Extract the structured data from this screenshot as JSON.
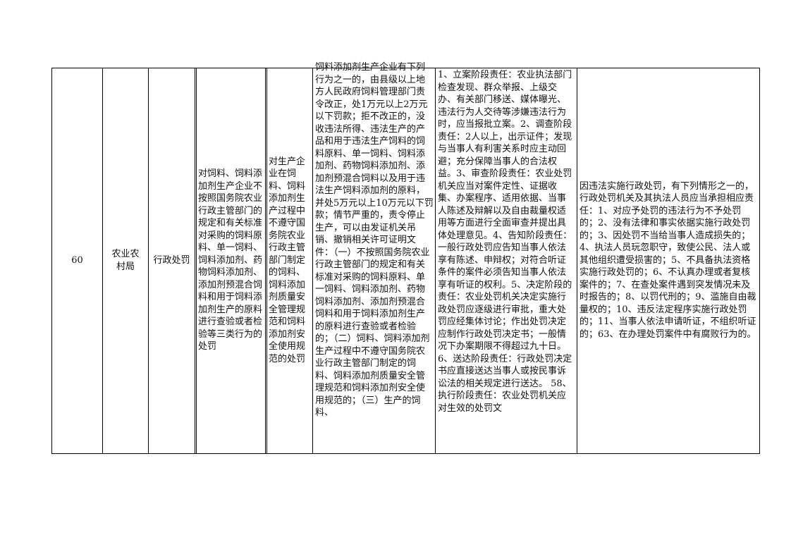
{
  "row": {
    "number": "60",
    "department": "农业农村局",
    "category": "行政处罚",
    "item_name": "对饲料、饲料添加剂生产企业不按照国务院农业行政主管部门的规定和有关标准对采购的饲料原料、单一饲料、饲料添加剂、药物饲料添加剂、添加剂预混合饲料和用于饲料添加剂生产的原料进行查验或者检验等三类行为的处罚",
    "sub_item": "对生产企业在饲料、饲料添加剂生产过程中不遵守国务院农业行政主管部门制定的饲料、饲料添加剂质量安全管理规范和饲料添加剂安全使用规范的处罚",
    "basis": "饲料添加剂生产企业有下列行为之一的，由县级以上地方人民政府饲料管理部门责令改正，处1万元以上2万元以下罚款；拒不改正的，没收违法所得、违法生产的产品和用于违法生产饲料的饲料原料、单一饲料、饲料添加剂、药物饲料添加剂、添加剂预混合饲料以及用于违法生产饲料添加剂的原料，并处5万元以上10万元以下罚款；情节严重的，责令停止生产，可以由发证机关吊销、撤销相关许可证明文件：（一）不按照国务院农业行政主管部门的规定和有关标准对采购的饲料原料、单一饲料、饲料添加剂、药物饲料添加剂、添加剂预混合饲料和用于饲料添加剂生产的原料进行查验或者检验的；（二）饲料、饲料添加剂生产过程中不遵守国务院农业行政主管部门制定的饲料、饲料添加剂质量安全管理规范和饲料添加剂安全使用规范的；（三）生产的饲料、",
    "responsibility": "1、立案阶段责任：农业执法部门检查发现、群众举报、上级交办、有关部门移送、媒体曝光、违法行为人交待等涉嫌违法行为时，应当报批立案。2、调查阶段责任：2人以上，出示证件；发现与当事人有利害关系时应主动回避；充分保障当事人的合法权益。3、审查阶段责任：农业处罚机关应当对案件定性、证据收集、办案程序、适用依据、当事人陈述及辩解以及自由裁量权适用等方面进行全面审查并提出具体处理意见。4、告知阶段责任：一般行政处罚应告知当事人依法享有陈述、申辩权；对符合听证条件的案件必须告知当事人依法享有听证的权利。5、决定阶段的责任：农业处罚机关决定实施行政处罚应逐级进行审批，重大处罚应经集体讨论；作出处罚决定应制作行政处罚决定书；一般情况下办案期限不得超过九十日。6、送达阶段责任：行政处罚决定书应直接送达当事人或按民事诉讼法的相关规定进行送达。 58、执行阶段责任：农业处罚机关应对生效的处罚文",
    "accountability": "因违法实施行政处罚，有下列情形之一的，行政处罚机关及其执法人员应当承担相应责任：1、对应予处罚的违法行为不予处罚的；2、没有法律和事实依据实施行政处罚的；3、因处罚不当给当事人造成损失的； 4、执法人员玩忽职守，致使公民、法人或其他组织遭受损害的；5、不具备执法资格实施行政处罚的；6、不认真办理或者复核案件的；7、在查处案件遇到突发情况未及时报告的；8、以罚代刑的；9、滥施自由裁量权的；10、违反法定程序实施行政处罚的；11、当事人依法申请听证，不组织听证的；63、在办理处罚案件中有腐败行为的。"
  }
}
